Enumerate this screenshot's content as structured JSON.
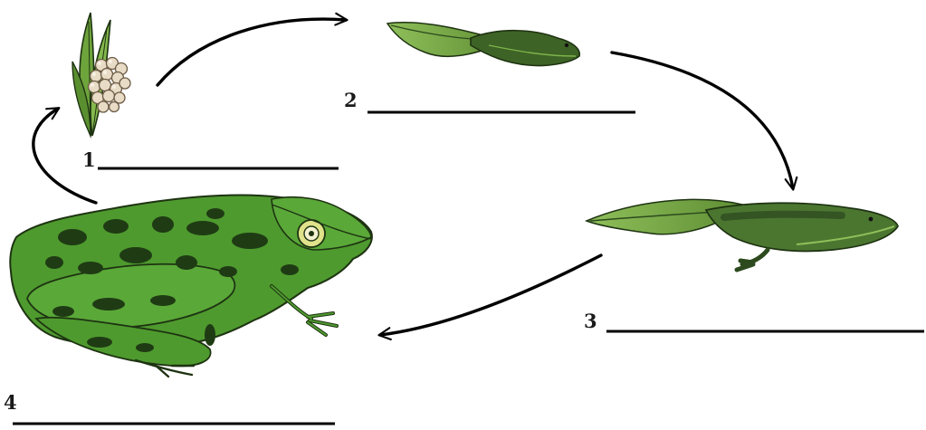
{
  "diagram": {
    "kind": "life-cycle",
    "stages": [
      {
        "number": "1",
        "illustration": "frog-eggs-on-leaf",
        "answer": ""
      },
      {
        "number": "2",
        "illustration": "tadpole",
        "answer": ""
      },
      {
        "number": "3",
        "illustration": "tadpole-with-legs",
        "answer": ""
      },
      {
        "number": "4",
        "illustration": "adult-frog",
        "answer": ""
      }
    ],
    "colors": {
      "skin": "#4e9a2e",
      "spots": "#1f3b14",
      "tadpole_light": "#7db34a",
      "tadpole_dark": "#2d4a1e",
      "egg": "#e8dcc6",
      "arrow": "#000000"
    }
  }
}
